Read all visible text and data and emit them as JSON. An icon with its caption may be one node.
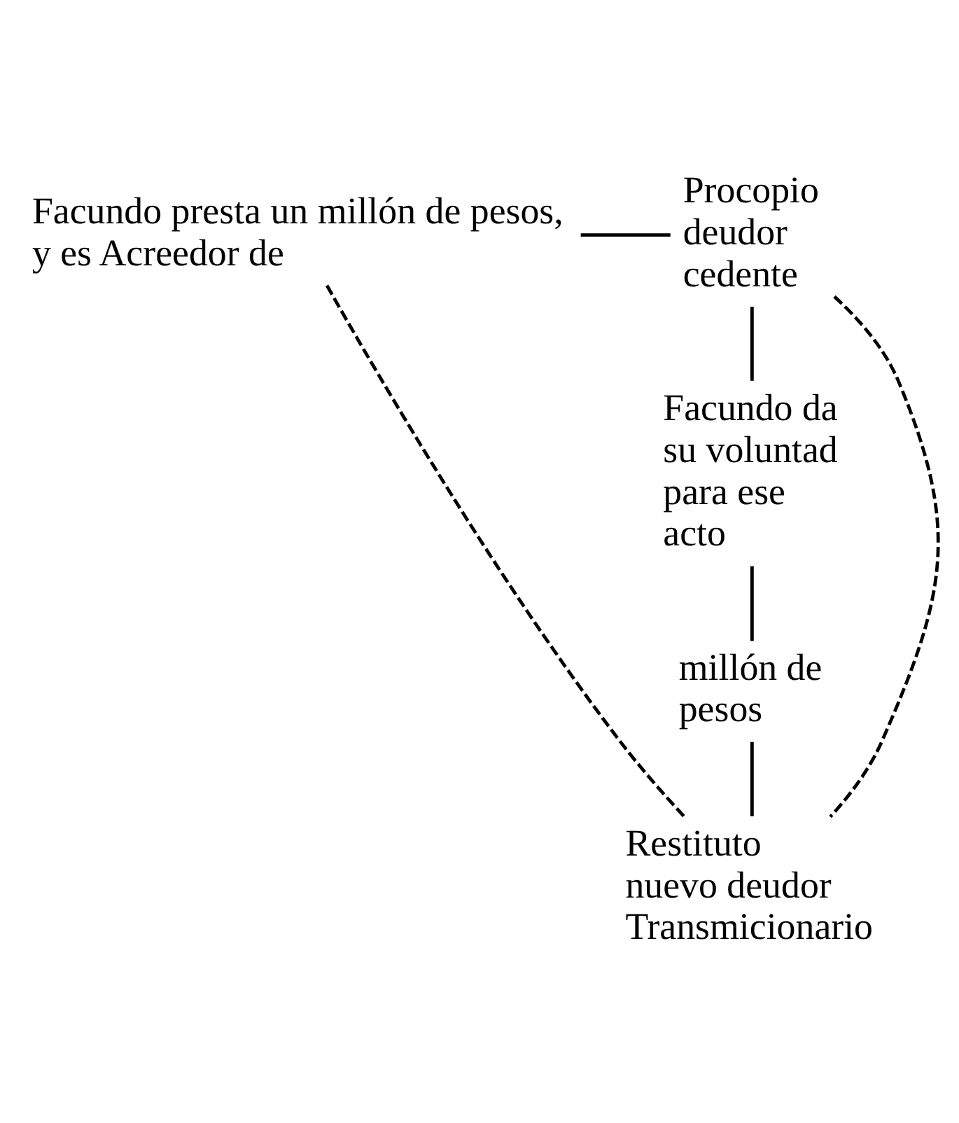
{
  "diagram": {
    "nodes": [
      {
        "text": [
          "Facundo presta un millón de pesos, y es Acreedor de"
        ]
      },
      {
        "text": [
          "Procopio deudor cedente"
        ]
      },
      {
        "text": [
          "Facundo da su voluntad para ese acto"
        ]
      },
      {
        "text": [
          "millón de pesos"
        ]
      },
      {
        "text": [
          "Restituto nuevo deudor Transmicionario"
        ]
      }
    ],
    "edges": [
      {
        "from": 0,
        "to": 1,
        "arrow": "none"
      },
      {
        "from": 1,
        "to": 2,
        "arrow": "none"
      },
      {
        "from": 2,
        "to": 3,
        "arrow": "none"
      },
      {
        "from": 3,
        "to": 4,
        "arrow": "none"
      },
      {
        "from": 0,
        "to": 4,
        "arrow": "none",
        "style": "dashed"
      },
      {
        "from": 1,
        "to": 4,
        "arrow": "none",
        "style": "dashed"
      }
    ]
  }
}
